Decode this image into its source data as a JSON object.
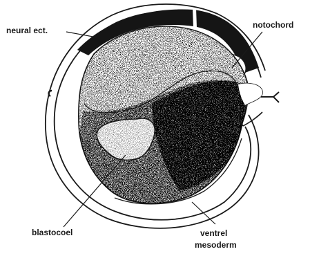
{
  "labels": {
    "neural_ect": "neural ect.",
    "notochord": "notochord",
    "blastocoel": "blastocoel",
    "ventral_line1": "ventrel",
    "ventral_line2": "mesoderm"
  }
}
